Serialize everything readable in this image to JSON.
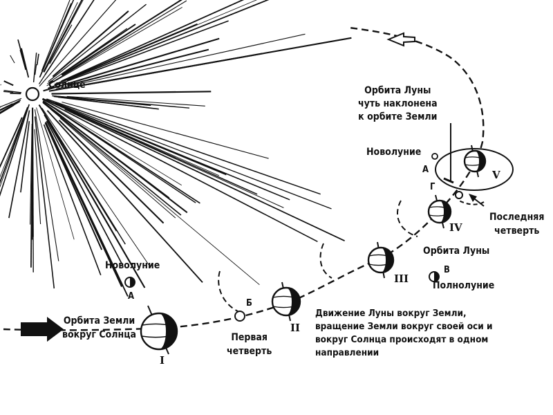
{
  "colors": {
    "ink": "#111111",
    "paper": "#ffffff"
  },
  "labels": {
    "sun": "Солнце",
    "new_moon_left": "Новолуние",
    "moon_a_left": "А",
    "earth_orbit": "Орбита Земли\nвокруг Солнца",
    "first_quarter": "Первая\nчетверть",
    "moon_b": "Б",
    "moon_in_text": "Орбита Луны\nчуть наклонена\nк орбите Земли",
    "new_moon_right": "Новолуние",
    "moon_a_right": "А",
    "moon_g": "Г",
    "last_quarter": "Последняя\nчетверть",
    "moon_orbit": "Орбита Луны",
    "moon_v": "В",
    "full_moon": "Полнолуние",
    "motion_caption": "Движение Луны вокруг Земли,\nвращение Земли вокруг своей оси и\nвокруг Солнца происходят в одном\nнаправлении"
  },
  "positions_roman": [
    "I",
    "II",
    "III",
    "IV",
    "V"
  ]
}
